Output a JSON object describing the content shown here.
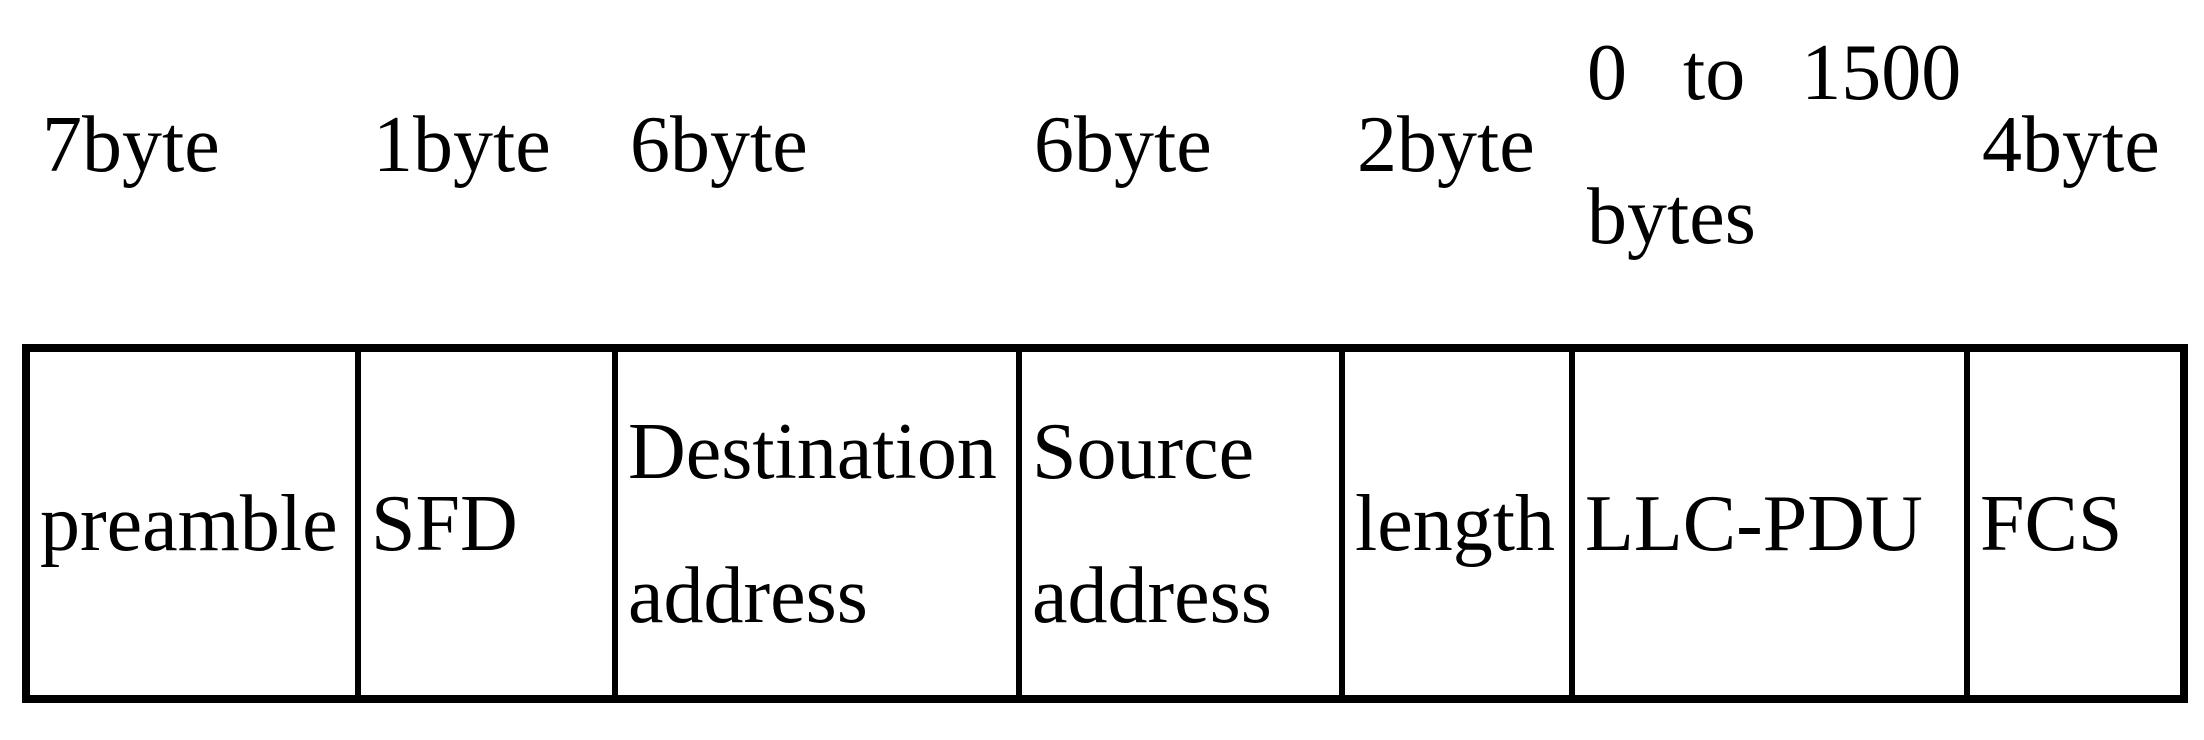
{
  "diagram": {
    "kind": "ethernet-frame-format",
    "colors": {
      "ink": "#000000",
      "background": "#ffffff"
    },
    "fields": [
      {
        "size": "7byte",
        "name": "preamble"
      },
      {
        "size": "1byte",
        "name": "SFD"
      },
      {
        "size": "6byte",
        "name": "Destination address"
      },
      {
        "size": "6byte",
        "name": "Source address"
      },
      {
        "size": "2byte",
        "name": "length"
      },
      {
        "size": "0 to 1500 bytes",
        "size_lines": [
          "0 to 1500",
          "bytes"
        ],
        "name": "LLC-PDU"
      },
      {
        "size": "4byte",
        "name": "FCS"
      }
    ]
  }
}
